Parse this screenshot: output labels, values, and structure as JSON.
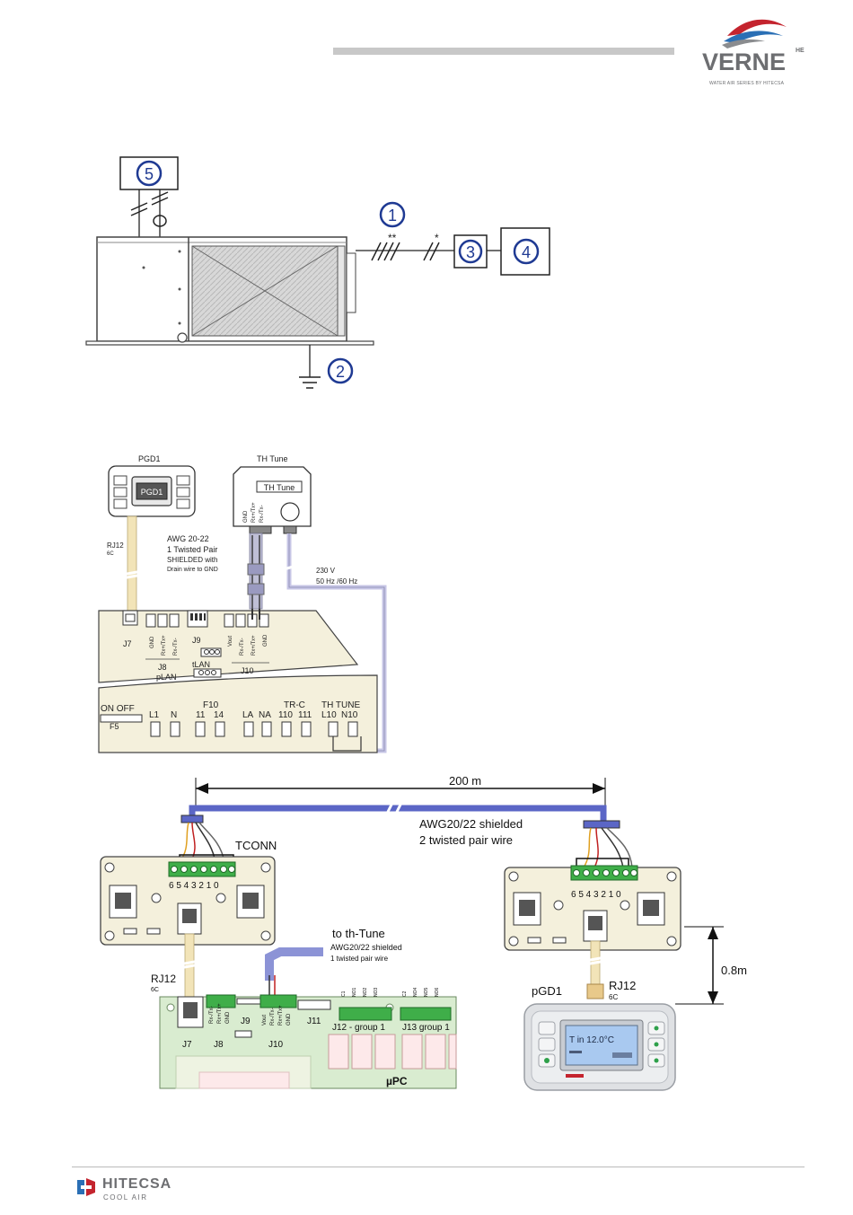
{
  "header": {
    "brand": "VERNE",
    "brand_suffix": "HE",
    "tagline": "WATER AIR SERIES BY HITECSA"
  },
  "diagram1": {
    "callouts": [
      "5",
      "1",
      "3",
      "4",
      "2"
    ],
    "marks": {
      "double": "**",
      "single": "*"
    }
  },
  "diagram2": {
    "pgd1_title": "PGD1",
    "pgd1_screen": "PGD1",
    "thtune_title": "TH Tune",
    "thtune_label": "TH Tune",
    "thtune_terminals": [
      "GND",
      "Rx+/Tx+",
      "Rx-/Tx-"
    ],
    "cable_rj12": "RJ12",
    "cable_6c": "6C",
    "awg_line1": "AWG 20-22",
    "awg_line2": "1 Twisted Pair",
    "awg_line3": "SHIELDED  with",
    "awg_line4": "Drain wire to GND",
    "power_line1": "230 V",
    "power_line2": "50 Hz /60 Hz",
    "j7": "J7",
    "j8": "J8",
    "j9": "J9",
    "j10": "J10",
    "j8_pins": [
      "GND",
      "Rx+/Tx+",
      "Rx-/Tx-"
    ],
    "j10_pins": [
      "Vout",
      "Rx-/Tx-",
      "Rx+/Tx+",
      "GND"
    ],
    "tlan": "tLAN",
    "plan": "pLAN",
    "f10": "F10",
    "trc": "TR-C",
    "thtune_terms": "TH TUNE",
    "on_off": "ON  OFF",
    "f5": "F5",
    "bottom_terms": [
      "L1",
      "N",
      "11",
      "14",
      "LA",
      "NA",
      "110",
      "111",
      "L10",
      "N10"
    ]
  },
  "diagram3": {
    "distance": "200 m",
    "cable_line1": "AWG20/22 shielded",
    "cable_line2": "2 twisted pair wire",
    "tconn": "TCONN",
    "terminal_numbers": "6 5 4 3 2 1 0",
    "to_thtune": "to th-Tune",
    "to_thtune_sub1": "AWG20/22 shielded",
    "to_thtune_sub2": "1 twisted pair wire",
    "rj12_left": "RJ12",
    "rj12_left_6c": "6C",
    "rj12_right": "RJ12",
    "rj12_right_6c": "6C",
    "pgd1": "pGD1",
    "height": "0.8m",
    "j7": "J7",
    "j8": "J8",
    "j9": "J9",
    "j10": "J10",
    "j11": "J11",
    "j8_pins": [
      "Rx-/Tx-",
      "Rx+/Tx+",
      "GND"
    ],
    "j10_pins": [
      "Vout",
      "Rx-/Tx-",
      "Rx+/Tx+",
      "GND"
    ],
    "j12": "J12 - group 1",
    "j13": "J13  group 1",
    "j12_pins": [
      "C1",
      "NO1",
      "NO2",
      "NO3"
    ],
    "j13_pins": [
      "C2",
      "NO4",
      "NO5",
      "NO6"
    ],
    "upc": "µPC",
    "display_line1": "T in    12.0°C"
  },
  "footer": {
    "brand": "HITECSA",
    "sub": "COOL AIR"
  },
  "colors": {
    "cable_blue": "#5b66c6",
    "cable_lavender": "#c7c6e6",
    "board_cream": "#f4f0dc",
    "terminal_green": "#3fae49",
    "upc_green": "#d9ecd0",
    "logo_red": "#c4242e",
    "logo_blue": "#2a6fb5"
  }
}
